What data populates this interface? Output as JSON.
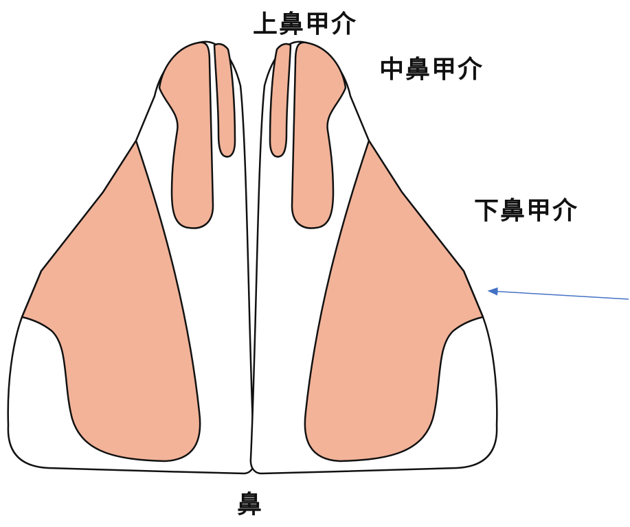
{
  "labels": {
    "superior_turbinate": "上鼻甲介",
    "middle_turbinate": "中鼻甲介",
    "inferior_turbinate": "下鼻甲介",
    "nose": "鼻"
  },
  "colors": {
    "turbinate_fill": "#F2B399",
    "outline": "#111111",
    "arrow": "#4472C4",
    "background": "#FFFFFF"
  }
}
